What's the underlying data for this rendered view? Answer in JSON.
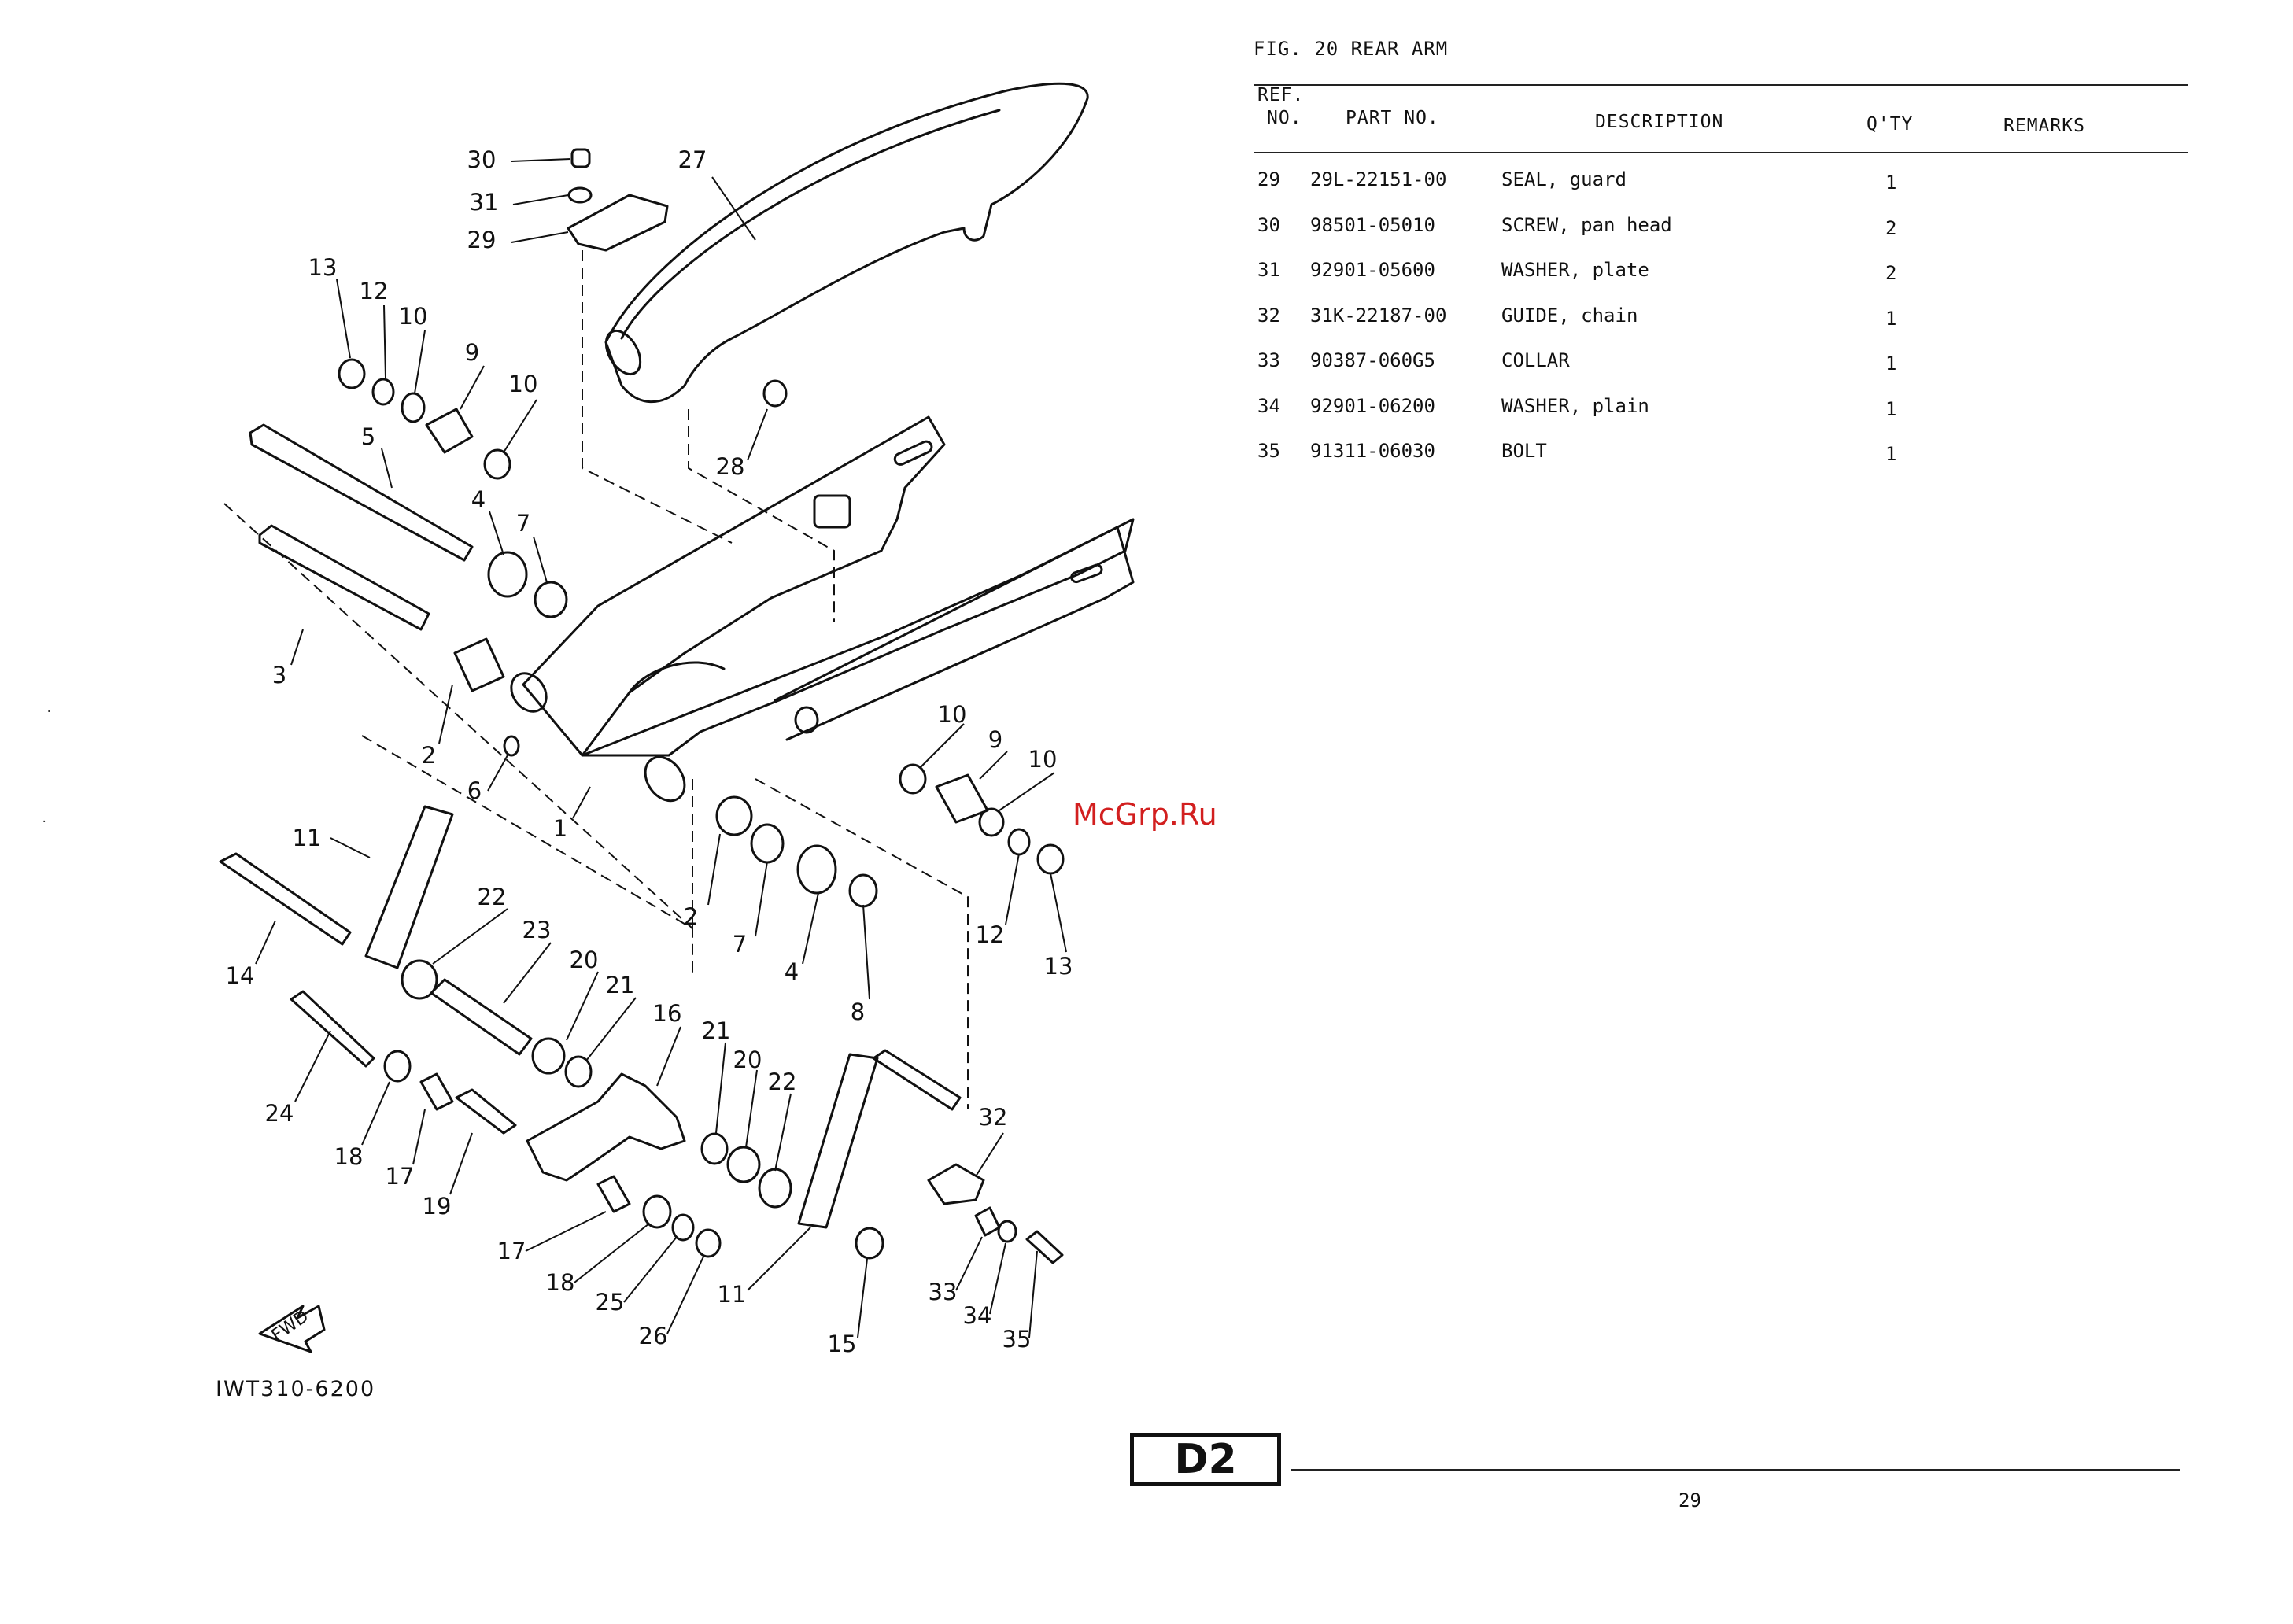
{
  "figure": {
    "title": "FIG. 20  REAR ARM"
  },
  "table": {
    "headers": {
      "ref_line1": "REF.",
      "ref_line2": "NO.",
      "part_no": "PART NO.",
      "description": "DESCRIPTION",
      "qty": "Q'TY",
      "remarks": "REMARKS"
    },
    "rows": [
      {
        "ref": "29",
        "part_no": "29L-22151-00",
        "description": "SEAL, guard",
        "qty": "1",
        "remarks": ""
      },
      {
        "ref": "30",
        "part_no": "98501-05010",
        "description": "SCREW, pan head",
        "qty": "2",
        "remarks": ""
      },
      {
        "ref": "31",
        "part_no": "92901-05600",
        "description": "WASHER, plate",
        "qty": "2",
        "remarks": ""
      },
      {
        "ref": "32",
        "part_no": "31K-22187-00",
        "description": "GUIDE, chain",
        "qty": "1",
        "remarks": ""
      },
      {
        "ref": "33",
        "part_no": "90387-060G5",
        "description": "COLLAR",
        "qty": "1",
        "remarks": ""
      },
      {
        "ref": "34",
        "part_no": "92901-06200",
        "description": "WASHER, plain",
        "qty": "1",
        "remarks": ""
      },
      {
        "ref": "35",
        "part_no": "91311-06030",
        "description": "BOLT",
        "qty": "1",
        "remarks": ""
      }
    ]
  },
  "diagram": {
    "code": "IWT310-6200",
    "fwd_label": "FWD",
    "callouts": [
      "30",
      "31",
      "29",
      "27",
      "13",
      "12",
      "10",
      "9",
      "5",
      "10",
      "4",
      "7",
      "3",
      "2",
      "6",
      "1",
      "10",
      "9",
      "10",
      "11",
      "14",
      "22",
      "23",
      "20",
      "21",
      "16",
      "2",
      "7",
      "4",
      "8",
      "12",
      "13",
      "24",
      "18",
      "17",
      "19",
      "21",
      "20",
      "22",
      "32",
      "17",
      "18",
      "25",
      "26",
      "11",
      "15",
      "33",
      "34",
      "35",
      "28"
    ]
  },
  "section_code": "D2",
  "page_number": "29",
  "watermark": "McGrp.Ru"
}
